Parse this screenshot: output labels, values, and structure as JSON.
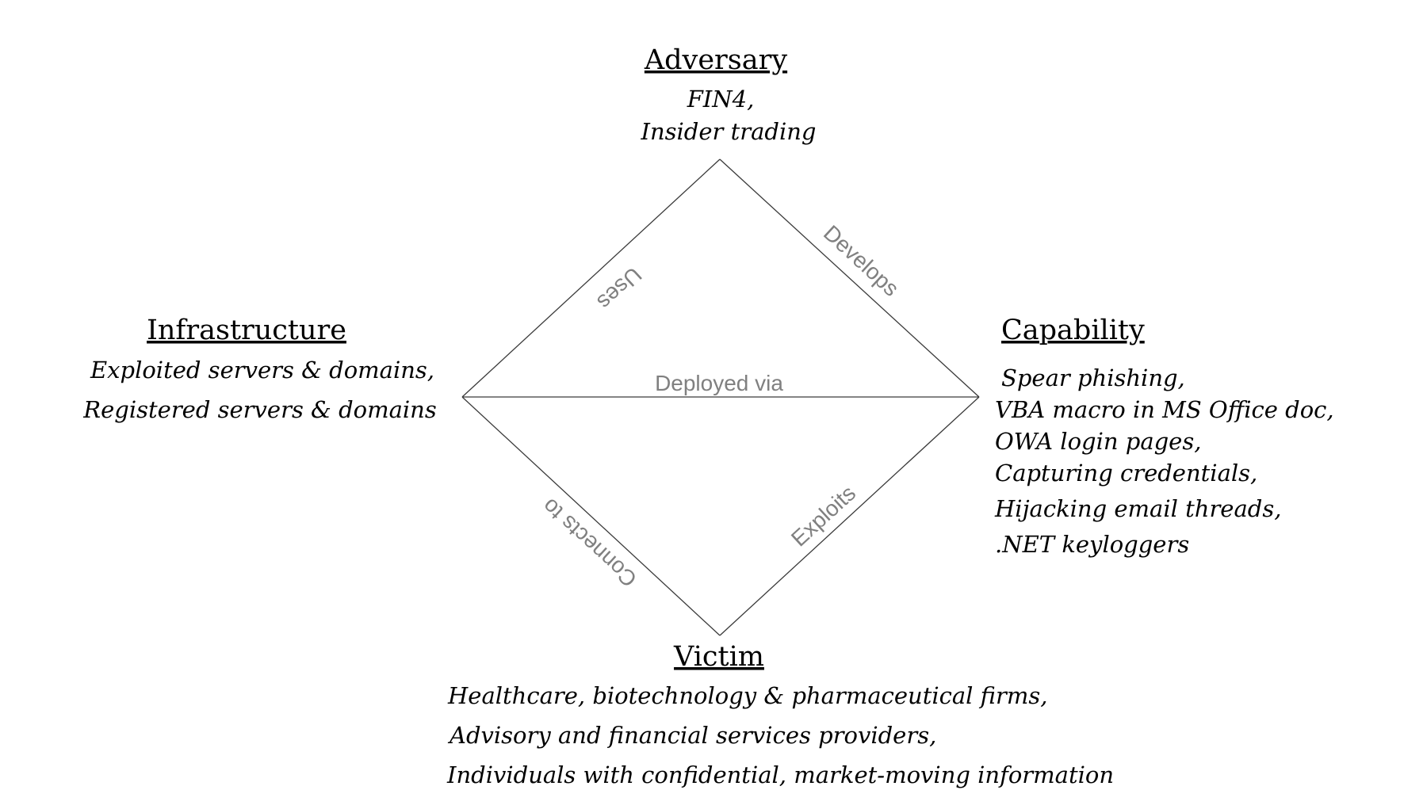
{
  "adversary": {
    "title": "Adversary",
    "lines": [
      "FIN4,",
      "Insider trading"
    ]
  },
  "infrastructure": {
    "title": "Infrastructure",
    "lines": [
      "Exploited servers & domains,",
      "Registered servers & domains"
    ]
  },
  "capability": {
    "title": "Capability",
    "lines": [
      "Spear phishing,",
      "VBA macro in MS Office doc,",
      "OWA login pages,",
      "Capturing credentials,",
      "Hijacking email threads,",
      ".NET keyloggers"
    ]
  },
  "victim": {
    "title": "Victim",
    "lines": [
      "Healthcare, biotechnology & pharmaceutical firms,",
      "Advisory and financial services providers,",
      "Individuals with confidential, market-moving information"
    ]
  },
  "edges": {
    "uses": "Uses",
    "develops": "Develops",
    "deployed_via": "Deployed via",
    "connects_to": "Connects to",
    "exploits": "Exploits"
  },
  "colors": {
    "edge_label": "#808080",
    "edge_line": "#3a3a3a",
    "text": "#000000"
  }
}
